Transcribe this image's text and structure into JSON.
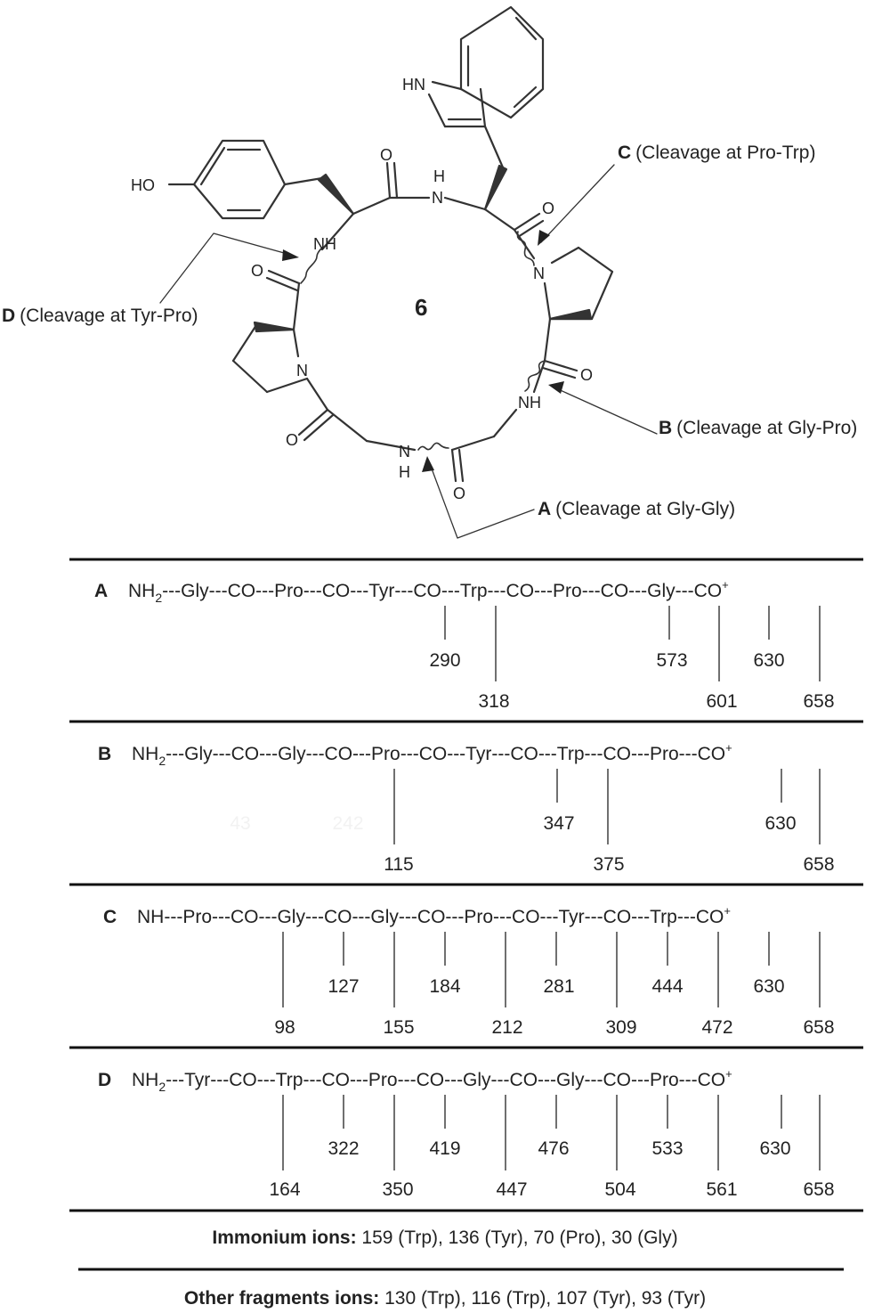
{
  "compound": {
    "label": "6",
    "atoms": {
      "ho": "HO",
      "hn_indole": "HN",
      "nh_tyr": "NH",
      "nh_trp_n": "N",
      "nh_trp_h": "H",
      "n_pro_right": "N",
      "n_pro_left": "N",
      "nh_gly_right": "NH",
      "nh_gly_bottom_n": "N",
      "nh_gly_bottom_h": "H",
      "o": "O"
    }
  },
  "callouts": [
    {
      "letter": "C",
      "text": "(Cleavage at Pro-Trp)"
    },
    {
      "letter": "D",
      "text": "(Cleavage at Tyr-Pro)"
    },
    {
      "letter": "B",
      "text": "(Cleavage at Gly-Pro)"
    },
    {
      "letter": "A",
      "text": "(Cleavage at Gly-Gly)"
    }
  ],
  "sequences": [
    {
      "letter": "A",
      "start": "NH",
      "start_sub": "2",
      "chain": "---Gly---CO---Pro---CO---Tyr---CO---Trp---CO---Pro---CO---Gly---CO",
      "end_sup": "+",
      "upper": [
        "290",
        "573",
        "630"
      ],
      "lower": [
        "318",
        "601",
        "658"
      ]
    },
    {
      "letter": "B",
      "start": "NH",
      "start_sub": "2",
      "chain": "---Gly---CO---Gly---CO---Pro---CO---Tyr---CO---Trp---CO---Pro---CO",
      "end_sup": "+",
      "upper": [
        "43",
        "242",
        "347",
        "630"
      ],
      "lower": [
        "115",
        "375",
        "658"
      ]
    },
    {
      "letter": "C",
      "start": "NH",
      "start_sub": "",
      "chain": "---Pro---CO---Gly---CO---Gly---CO---Pro---CO---Tyr---CO---Trp---CO",
      "end_sup": "+",
      "upper": [
        "127",
        "184",
        "281",
        "444",
        "630"
      ],
      "lower": [
        "98",
        "155",
        "212",
        "309",
        "472",
        "658"
      ]
    },
    {
      "letter": "D",
      "start": "NH",
      "start_sub": "2",
      "chain": "---Tyr---CO---Trp---CO---Pro---CO---Gly---CO---Gly---CO---Pro---CO",
      "end_sup": "+",
      "upper": [
        "322",
        "419",
        "476",
        "533",
        "630"
      ],
      "lower": [
        "164",
        "350",
        "447",
        "504",
        "561",
        "658"
      ]
    }
  ],
  "immonium": {
    "label": "Immonium ions:",
    "text": " 159 (Trp), 136 (Tyr), 70 (Pro), 30 (Gly)"
  },
  "other_fragments": {
    "label": "Other fragments ions:",
    "text": " 130 (Trp), 116 (Trp), 107 (Tyr), 93 (Tyr)"
  }
}
